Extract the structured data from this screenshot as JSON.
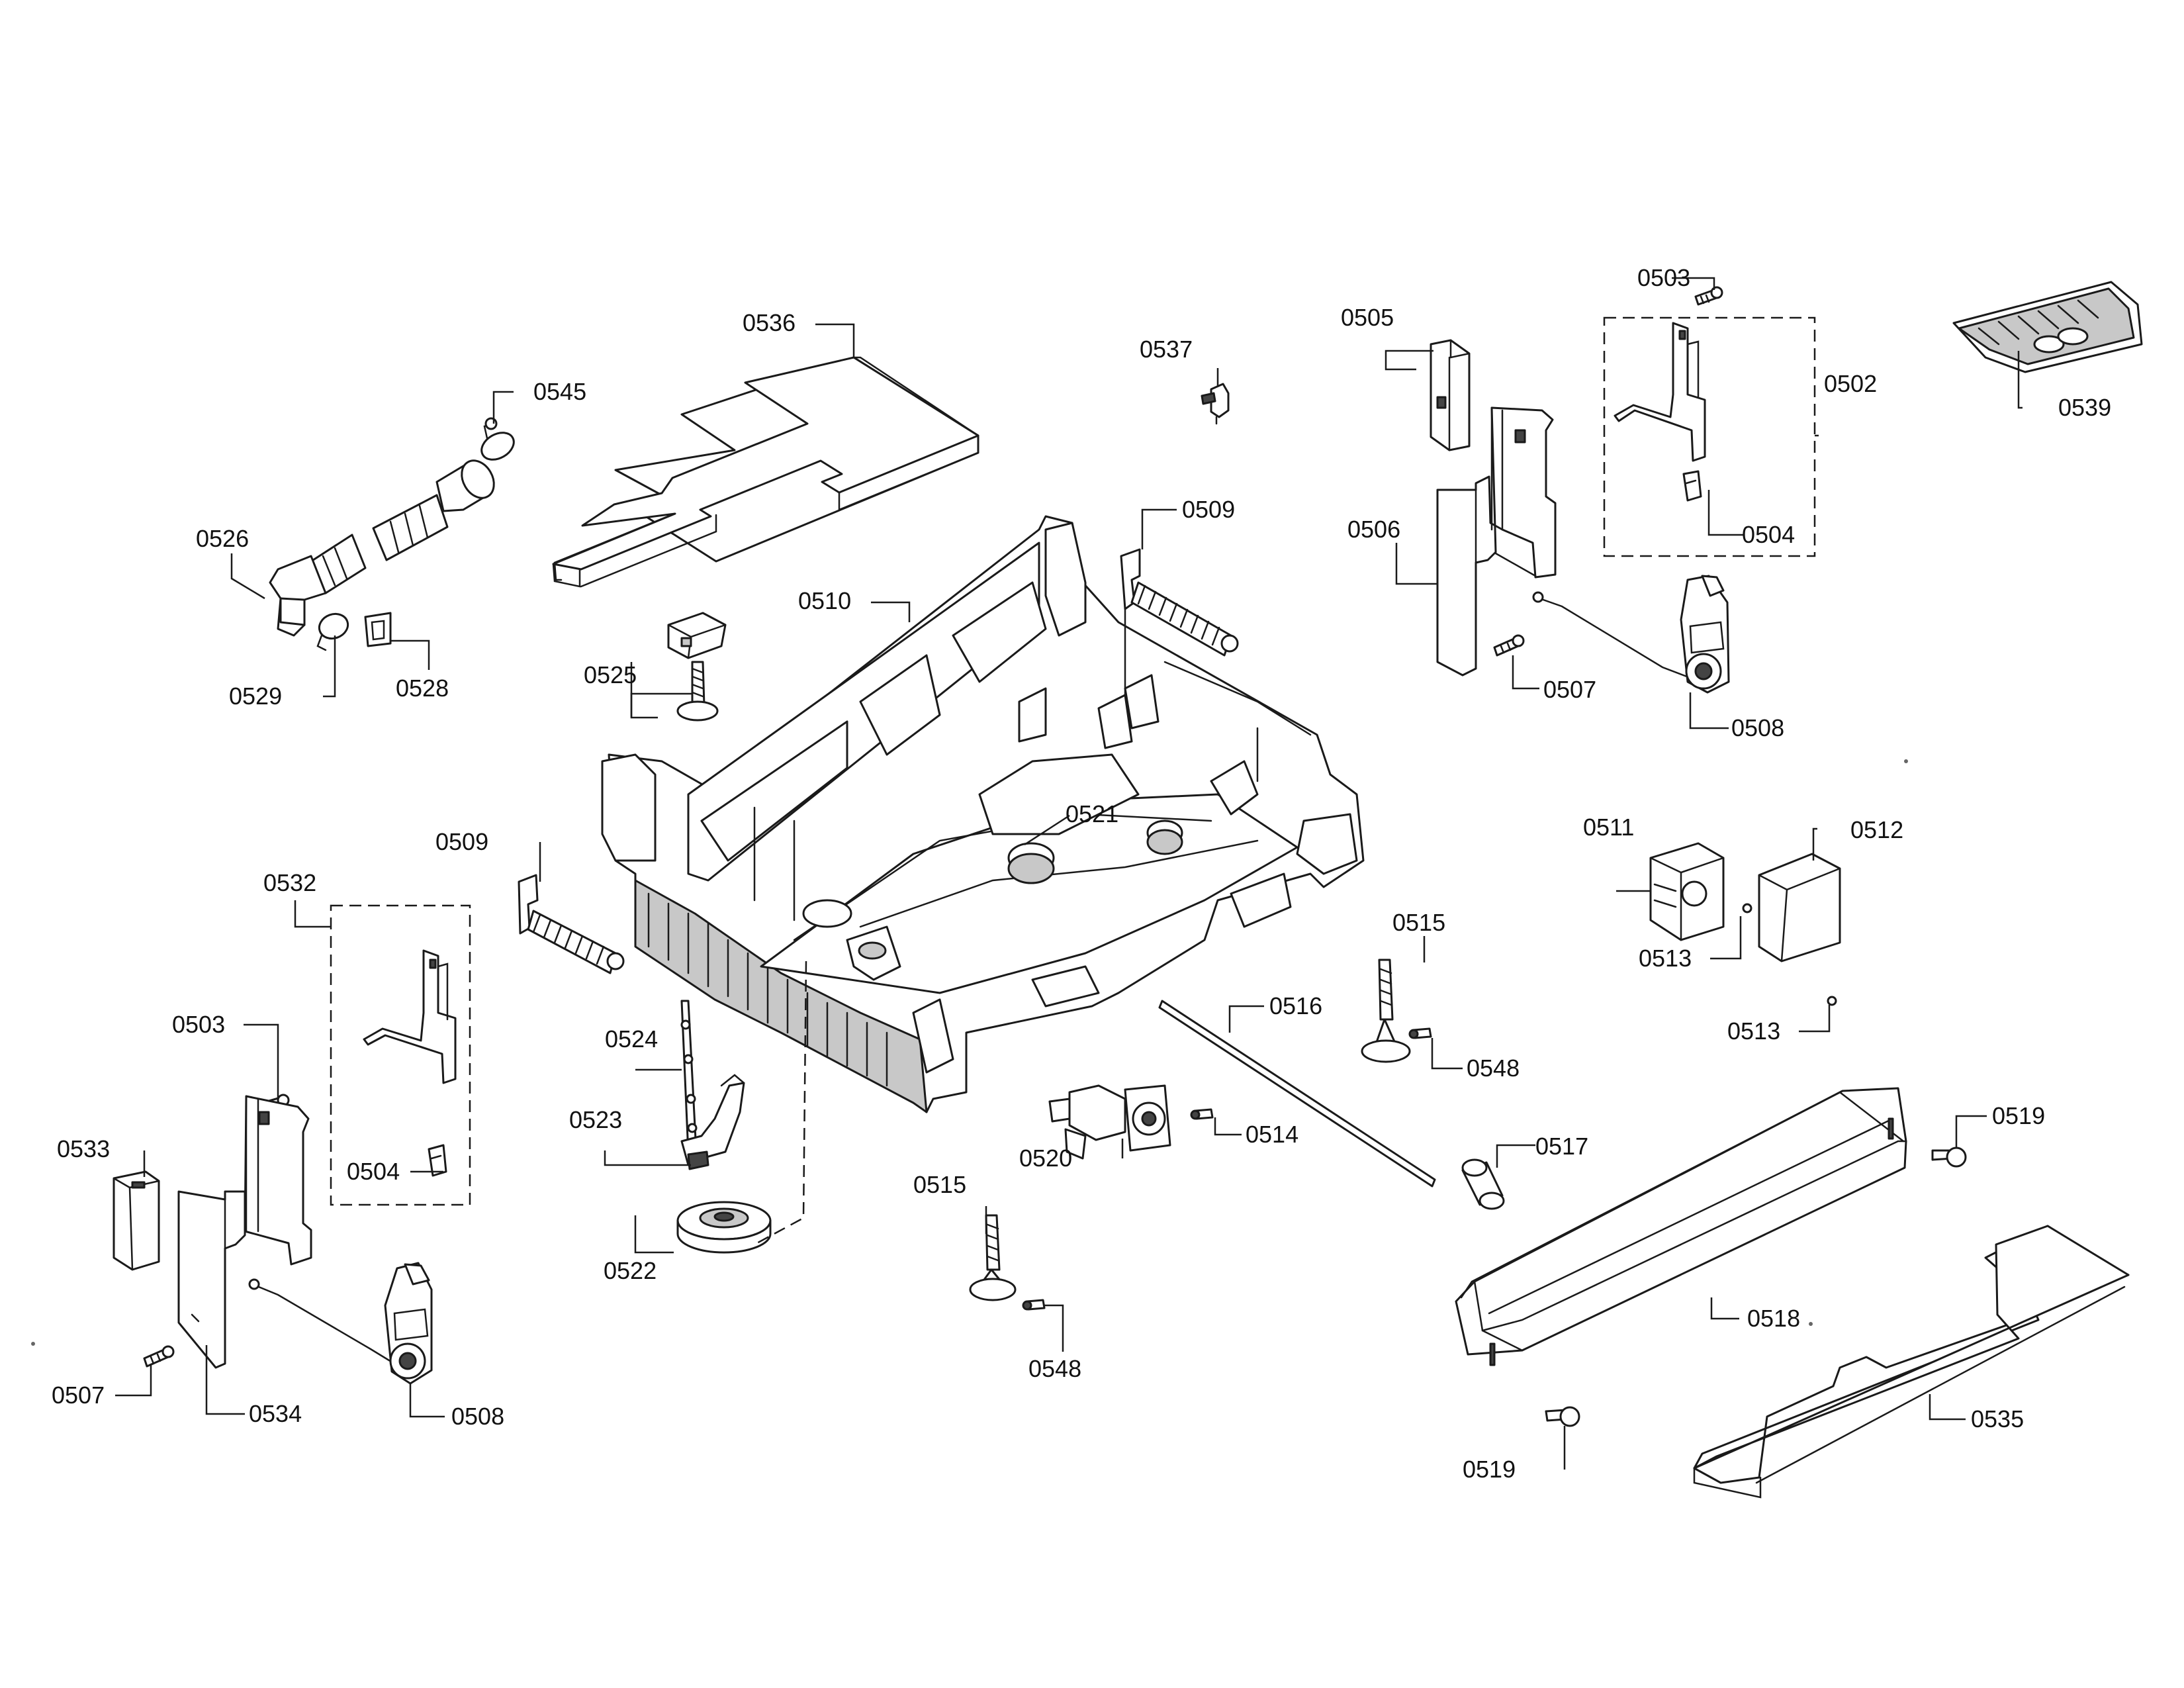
{
  "diagram": {
    "callouts": [
      {
        "id": "c0503a",
        "text": "0503"
      },
      {
        "id": "c0505",
        "text": "0505"
      },
      {
        "id": "c0502",
        "text": "0502"
      },
      {
        "id": "c0539",
        "text": "0539"
      },
      {
        "id": "c0536",
        "text": "0536"
      },
      {
        "id": "c0537",
        "text": "0537"
      },
      {
        "id": "c0545",
        "text": "0545"
      },
      {
        "id": "c0509a",
        "text": "0509"
      },
      {
        "id": "c0506",
        "text": "0506"
      },
      {
        "id": "c0504a",
        "text": "0504"
      },
      {
        "id": "c0526",
        "text": "0526"
      },
      {
        "id": "c0510",
        "text": "0510"
      },
      {
        "id": "c0525",
        "text": "0525"
      },
      {
        "id": "c0529",
        "text": "0529"
      },
      {
        "id": "c0528",
        "text": "0528"
      },
      {
        "id": "c0507a",
        "text": "0507"
      },
      {
        "id": "c0508a",
        "text": "0508"
      },
      {
        "id": "c0521",
        "text": "0521"
      },
      {
        "id": "c0511",
        "text": "0511"
      },
      {
        "id": "c0512",
        "text": "0512"
      },
      {
        "id": "c0509b",
        "text": "0509"
      },
      {
        "id": "c0532",
        "text": "0532"
      },
      {
        "id": "c0515a",
        "text": "0515"
      },
      {
        "id": "c0513a",
        "text": "0513"
      },
      {
        "id": "c0513b",
        "text": "0513"
      },
      {
        "id": "c0516",
        "text": "0516"
      },
      {
        "id": "c0503b",
        "text": "0503"
      },
      {
        "id": "c0524",
        "text": "0524"
      },
      {
        "id": "c0548a",
        "text": "0548"
      },
      {
        "id": "c0519a",
        "text": "0519"
      },
      {
        "id": "c0523",
        "text": "0523"
      },
      {
        "id": "c0514",
        "text": "0514"
      },
      {
        "id": "c0517",
        "text": "0517"
      },
      {
        "id": "c0533",
        "text": "0533"
      },
      {
        "id": "c0504b",
        "text": "0504"
      },
      {
        "id": "c0520",
        "text": "0520"
      },
      {
        "id": "c0515b",
        "text": "0515"
      },
      {
        "id": "c0522",
        "text": "0522"
      },
      {
        "id": "c0518",
        "text": "0518"
      },
      {
        "id": "c0548b",
        "text": "0548"
      },
      {
        "id": "c0507b",
        "text": "0507"
      },
      {
        "id": "c0534",
        "text": "0534"
      },
      {
        "id": "c0508b",
        "text": "0508"
      },
      {
        "id": "c0535",
        "text": "0535"
      },
      {
        "id": "c0519b",
        "text": "0519"
      }
    ]
  }
}
